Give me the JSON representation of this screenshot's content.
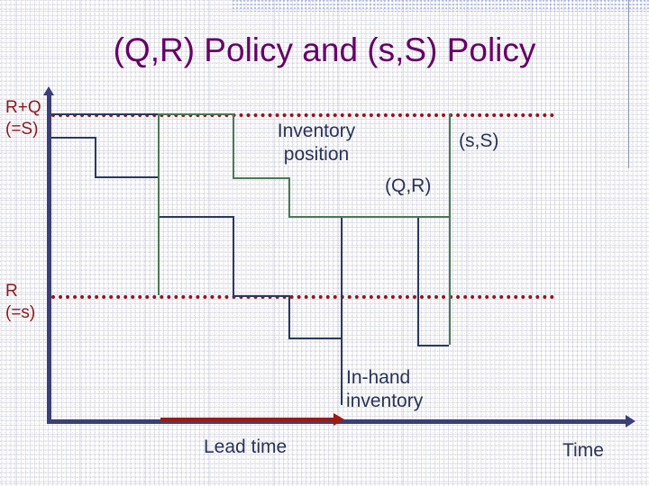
{
  "slide": {
    "title": "(Q,R) Policy and (s,S) Policy",
    "background_color": "#ffffff",
    "title_color": "#660066"
  },
  "axes": {
    "x_axis_label": "Time",
    "y_axis_top_label": "R+Q\n(=S)",
    "y_axis_mid_label": "R\n(=s)",
    "axis_color": "#3b3f77"
  },
  "levels": [
    {
      "name": "order-up-to-level",
      "label": "R+Q\n(=S)",
      "color": "#99121a",
      "style": "dotted"
    },
    {
      "name": "reorder-point",
      "label": "R\n(=s)",
      "color": "#99121a",
      "style": "dotted"
    }
  ],
  "annotations": {
    "inventory_position": "Inventory\nposition",
    "policy_sS": "(s,S)",
    "policy_QR": "(Q,R)",
    "in_hand_inventory": "In-hand\ninventory",
    "lead_time": "Lead time",
    "time": "Time"
  },
  "series": {
    "inventory_position": {
      "label": "Inventory position",
      "color": "#4a7a52",
      "segments": [
        {
          "type": "v",
          "x": 175,
          "y1": 126,
          "y2": 328
        },
        {
          "type": "h",
          "y": 126,
          "x1": 175,
          "x2": 258
        },
        {
          "type": "v",
          "x": 258,
          "y1": 126,
          "y2": 197
        },
        {
          "type": "h",
          "y": 197,
          "x1": 258,
          "x2": 320
        },
        {
          "type": "v",
          "x": 320,
          "y1": 197,
          "y2": 240
        },
        {
          "type": "h",
          "y": 240,
          "x1": 320,
          "x2": 378
        },
        {
          "type": "h",
          "y": 240,
          "x1": 378,
          "x2": 498
        },
        {
          "type": "v",
          "x": 498,
          "y1": 126,
          "y2": 383
        }
      ]
    },
    "in_hand_inventory": {
      "label": "In-hand inventory",
      "color": "#2b3a5c",
      "segments": [
        {
          "type": "h",
          "y": 152,
          "x1": 57,
          "x2": 105
        },
        {
          "type": "v",
          "x": 105,
          "y1": 152,
          "y2": 196
        },
        {
          "type": "h",
          "y": 196,
          "x1": 105,
          "x2": 175
        },
        {
          "type": "v",
          "x": 175,
          "y1": 196,
          "y2": 240
        },
        {
          "type": "h",
          "y": 240,
          "x1": 175,
          "x2": 258
        },
        {
          "type": "v",
          "x": 258,
          "y1": 240,
          "y2": 328
        },
        {
          "type": "h",
          "y": 328,
          "x1": 258,
          "x2": 320
        },
        {
          "type": "v",
          "x": 320,
          "y1": 328,
          "y2": 375
        },
        {
          "type": "h",
          "y": 375,
          "x1": 320,
          "x2": 378
        },
        {
          "type": "v",
          "x": 378,
          "y1": 240,
          "y2": 450
        },
        {
          "type": "h",
          "y": 240,
          "x1": 378,
          "x2": 463
        },
        {
          "type": "v",
          "x": 463,
          "y1": 240,
          "y2": 383
        },
        {
          "type": "h",
          "y": 383,
          "x1": 463,
          "x2": 498
        },
        {
          "type": "h",
          "y": 126,
          "x1": 57,
          "x2": 175
        }
      ]
    }
  },
  "lead_time_arrow": {
    "label": "Lead time",
    "color": "#9e1a12",
    "x_start": 178,
    "x_end": 382,
    "y": 466
  }
}
